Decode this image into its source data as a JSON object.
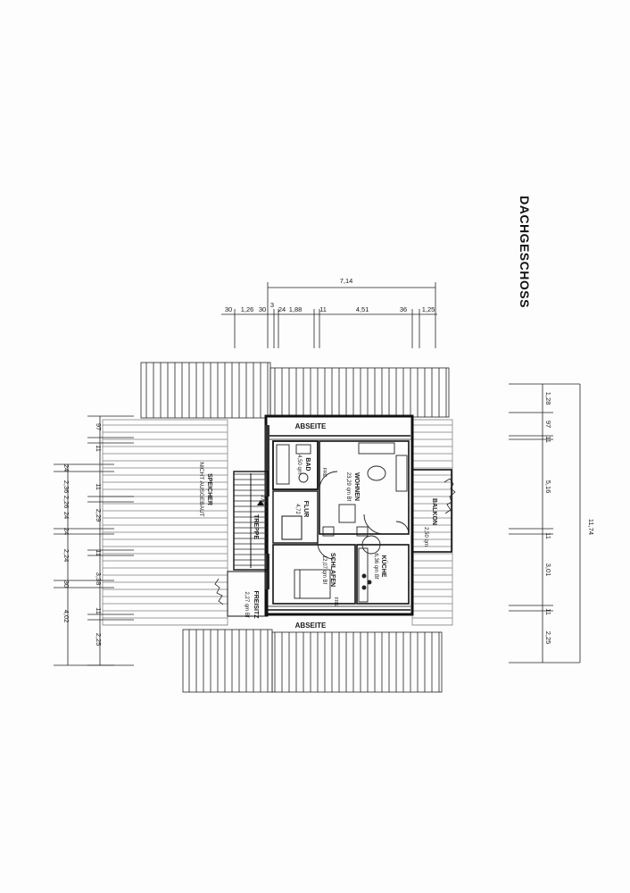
{
  "title": "DACHGESCHOSS",
  "rooms": {
    "abseite_top": "ABSEITE",
    "abseite_bottom": "ABSEITE",
    "bad": "BAD",
    "bad_area": "4,50 qm",
    "wohnen": "WOHNEN",
    "wohnen_area": "23,29 qm Bf",
    "balkon": "BALKON",
    "balkon_area": "2,50 qm",
    "flur": "FLUR",
    "flur_area": "4,72",
    "treppe": "TREPPE",
    "treppe_area": "2,60",
    "schlafen": "SCHLAFEN",
    "schlafen_area": "12,07 qm Bf",
    "kueche": "KÜCHE",
    "kueche_area": "6,36 qm Bf",
    "freisitz": "FREISITZ",
    "freisitz_area": "2,27 qm Bf",
    "speicher": "SPEICHER",
    "speicher_note": "NICHT AUSGEBAUT",
    "fre1": "FRE",
    "fre2": "FRE"
  },
  "dims_top": {
    "overall": "7,14",
    "d1": "30",
    "d2": "1,26",
    "d3": "30",
    "d4": "3",
    "d5": "24",
    "d6": "1,88",
    "d7": "11",
    "d8": "4,51",
    "d9": "36",
    "d10": "1,25"
  },
  "dims_right": {
    "overall": "11,74",
    "r1": "1,28",
    "r2": "97",
    "r3": "11",
    "r4": "5,16",
    "r5": "11",
    "r6": "3,01",
    "r7": "11",
    "r8": "2,25"
  },
  "dims_left_outer": {
    "l1": "24",
    "l2": "2,36",
    "l3": "24",
    "l4": "2,26",
    "l5": "24",
    "l6": "2,24",
    "l7": "30",
    "l8": "4,02"
  },
  "dims_left_inner": {
    "m1": "97",
    "m2": "11",
    "m3": "11",
    "m4": "2,29",
    "m5": "11",
    "m6": "3,38",
    "m7": "11",
    "m8": "2,25"
  }
}
